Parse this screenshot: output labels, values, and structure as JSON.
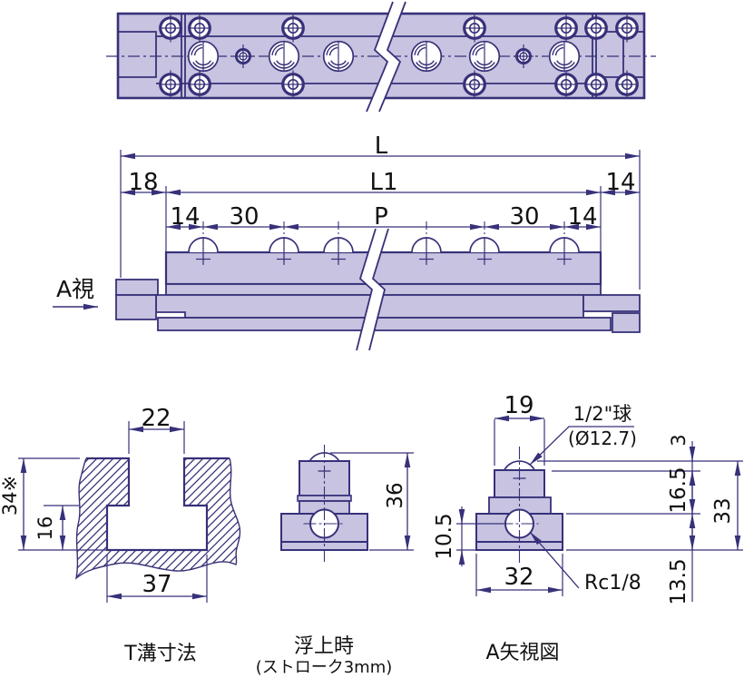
{
  "drawing": {
    "top_dims": {
      "L": "L",
      "L1": "L1",
      "d18": "18",
      "d14_right": "14",
      "d14_a": "14",
      "d30_a": "30",
      "P": "P",
      "d30_b": "30",
      "d14_b": "14"
    },
    "side": {
      "view_label": "A視"
    },
    "tslot": {
      "d22": "22",
      "d34": "34※",
      "d16": "16",
      "d37": "37",
      "caption": "T溝寸法"
    },
    "float_view": {
      "d36": "36",
      "caption": "浮上時",
      "caption_sub": "(ストローク3mm)"
    },
    "a_view": {
      "d19": "19",
      "ball_label": "1/2\"球",
      "ball_dia": "(Ø12.7)",
      "d3": "3",
      "d16_5": "16.5",
      "d33": "33",
      "d10_5": "10.5",
      "d32": "32",
      "thread": "Rc1/8",
      "d13_5": "13.5",
      "caption": "A矢視図"
    },
    "colors": {
      "part_fill": "#c7c3e0",
      "line": "#373179",
      "text": "#111111"
    }
  }
}
